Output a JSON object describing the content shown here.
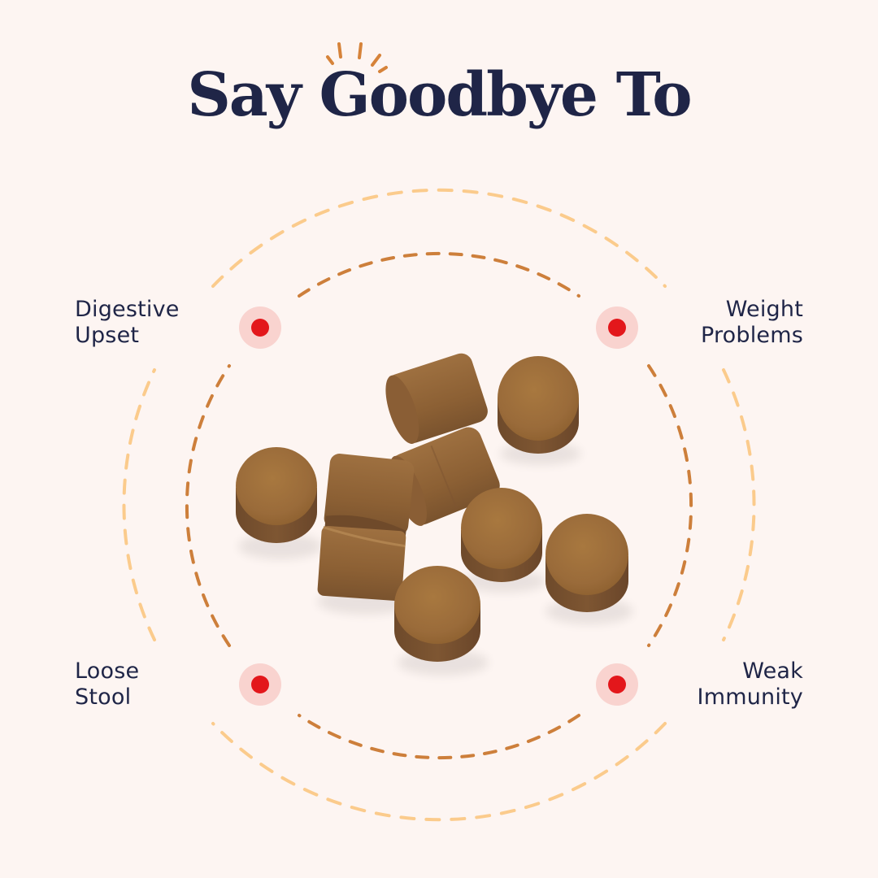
{
  "title": "Say Goodbye To",
  "colors": {
    "background": "#FDF5F2",
    "text": "#1F2547",
    "accent_rays": "#D6833A",
    "inner_ring": "#CD7F3B",
    "outer_ring": "#FBCB8C",
    "marker_dot": "#E3171B",
    "marker_halo": "#F9D3CF",
    "treat_top": "#9E7040",
    "treat_side": "#7A5230"
  },
  "issues": [
    {
      "position": "top-left",
      "line1": "Digestive",
      "line2": "Upset",
      "icon": "red-dot-marker"
    },
    {
      "position": "top-right",
      "line1": "Weight",
      "line2": "Problems",
      "icon": "red-dot-marker"
    },
    {
      "position": "bottom-left",
      "line1": "Loose",
      "line2": "Stool",
      "icon": "red-dot-marker"
    },
    {
      "position": "bottom-right",
      "line1": "Weak",
      "line2": "Immunity",
      "icon": "red-dot-marker"
    }
  ],
  "image": {
    "subject": "soft chew treats",
    "count": 9
  }
}
